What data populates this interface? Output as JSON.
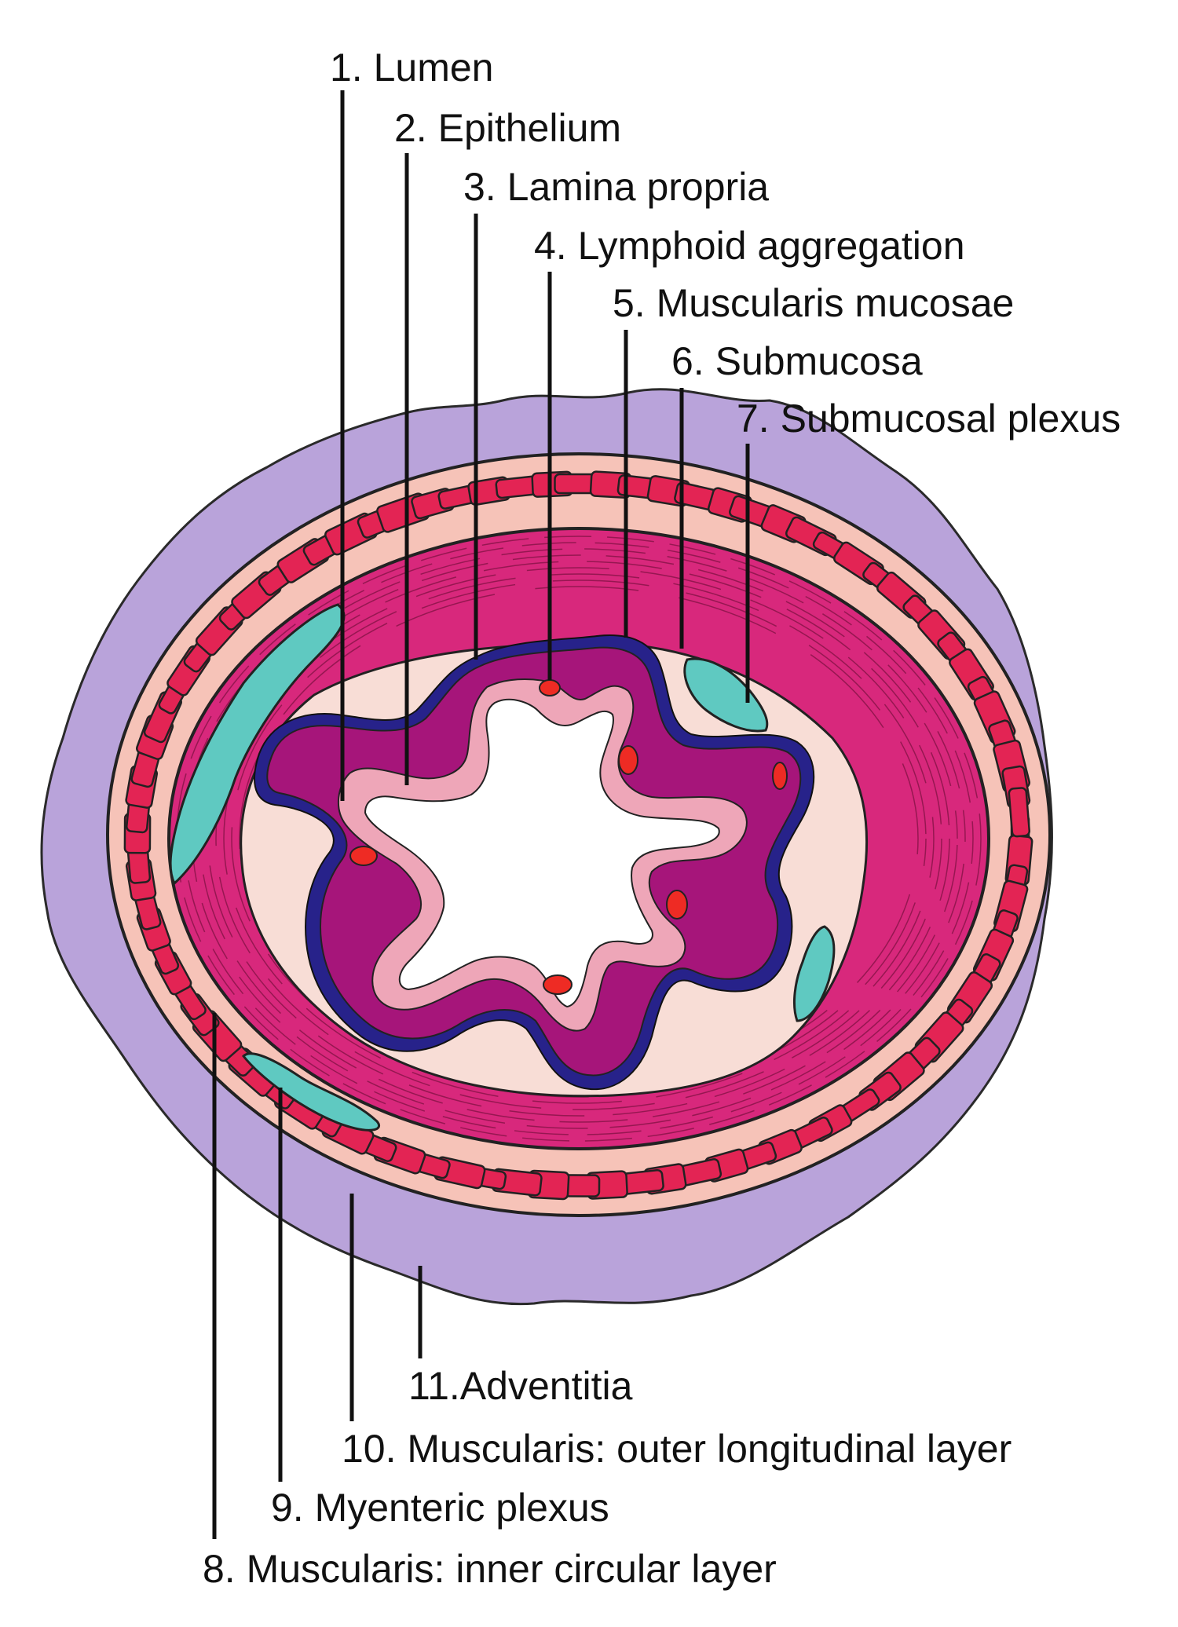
{
  "labels": {
    "lumen": "1. Lumen",
    "epithelium": "2. Epithelium",
    "lamina_propria": "3. Lamina propria",
    "lymphoid": "4. Lymphoid aggregation",
    "muscularis_mucosae": "5. Muscularis mucosae",
    "submucosa": "6. Submucosa",
    "submucosal_plexus": "7. Submucosal plexus",
    "inner_circular": "8. Muscularis: inner circular layer",
    "myenteric_plexus": "9. Myenteric plexus",
    "outer_longitudinal": "10. Muscularis: outer longitudinal layer",
    "adventitia": "11.Adventitia"
  },
  "colors": {
    "adventitia": "#b9a3da",
    "outer_longitudinal_bg": "#f6c3b8",
    "outer_longitudinal_blocks": "#e32454",
    "inner_circular": "#d8287c",
    "plexus": "#5fc9c1",
    "submucosa": "#f8ddd6",
    "muscularis_mucosae": "#27228a",
    "lamina_propria": "#a6157a",
    "epithelium": "#eea6b8",
    "lymphoid": "#ee2b24",
    "lumen": "#ffffff"
  }
}
